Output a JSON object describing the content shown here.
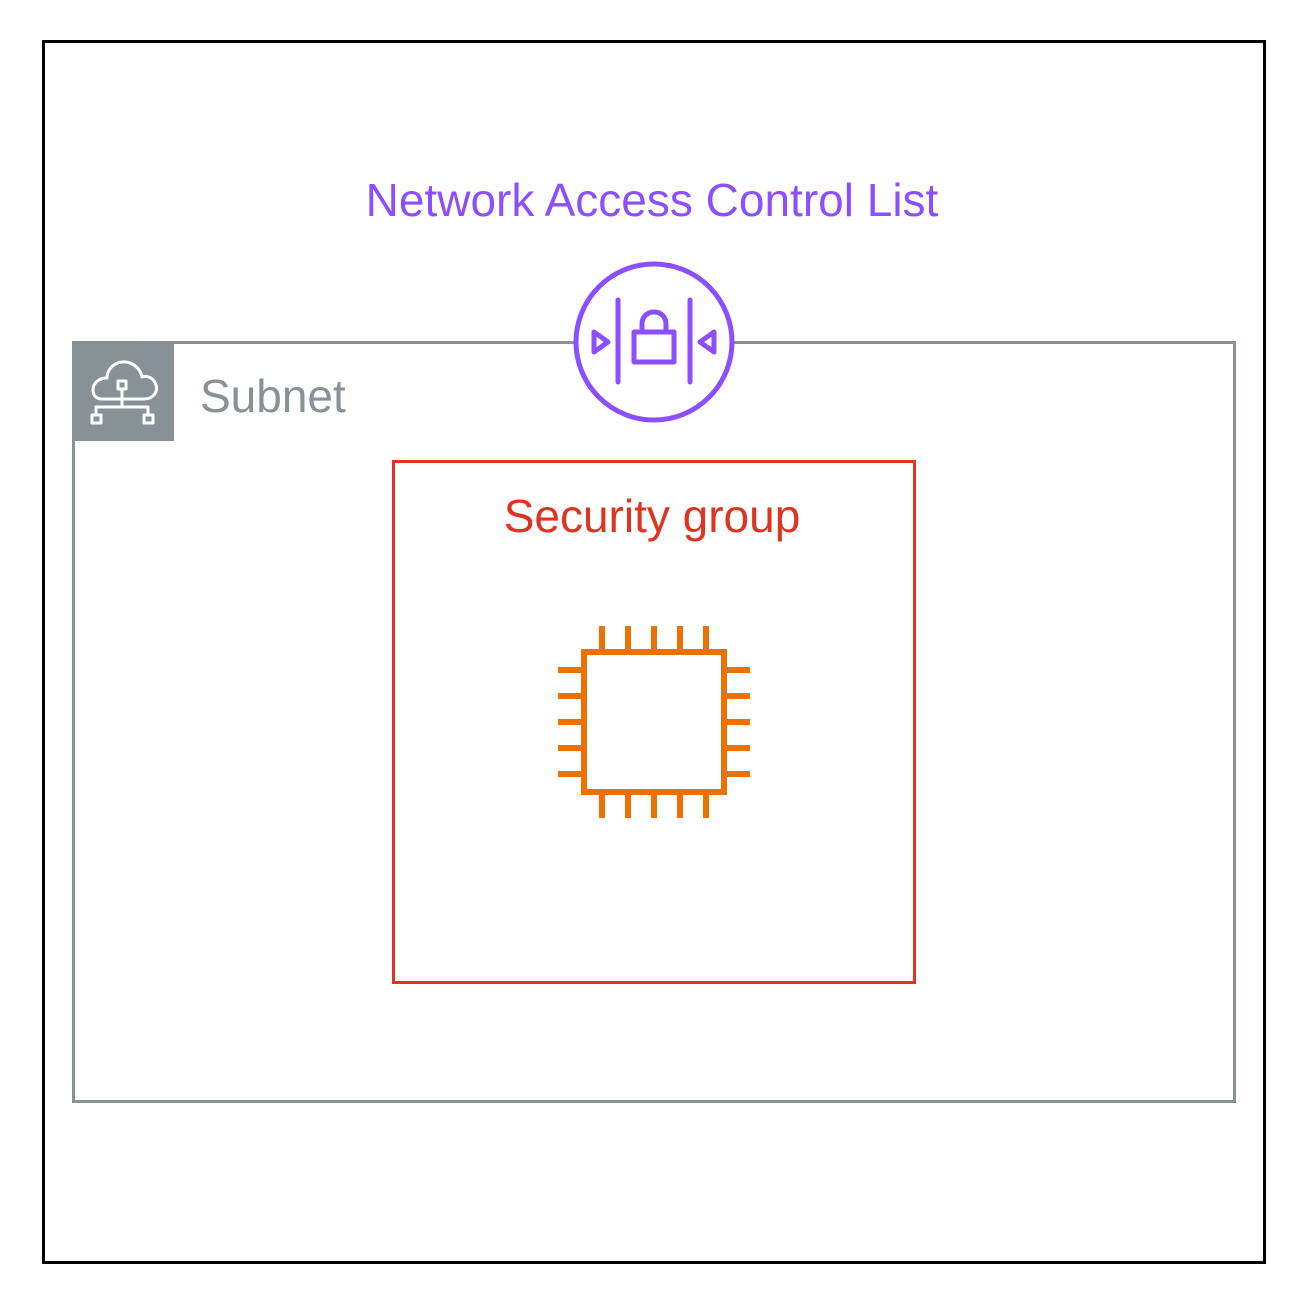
{
  "diagram": {
    "nacl": {
      "label": "Network Access Control List",
      "color": "#8c4fff",
      "icon": "network-acl-icon"
    },
    "subnet": {
      "label": "Subnet",
      "color": "#879196",
      "icon": "subnet-cloud-icon"
    },
    "security_group": {
      "label": "Security group",
      "color": "#dd3522"
    },
    "instance": {
      "color": "#ed7100",
      "icon": "ec2-instance-chip-icon"
    },
    "frame_color": "#000000"
  }
}
